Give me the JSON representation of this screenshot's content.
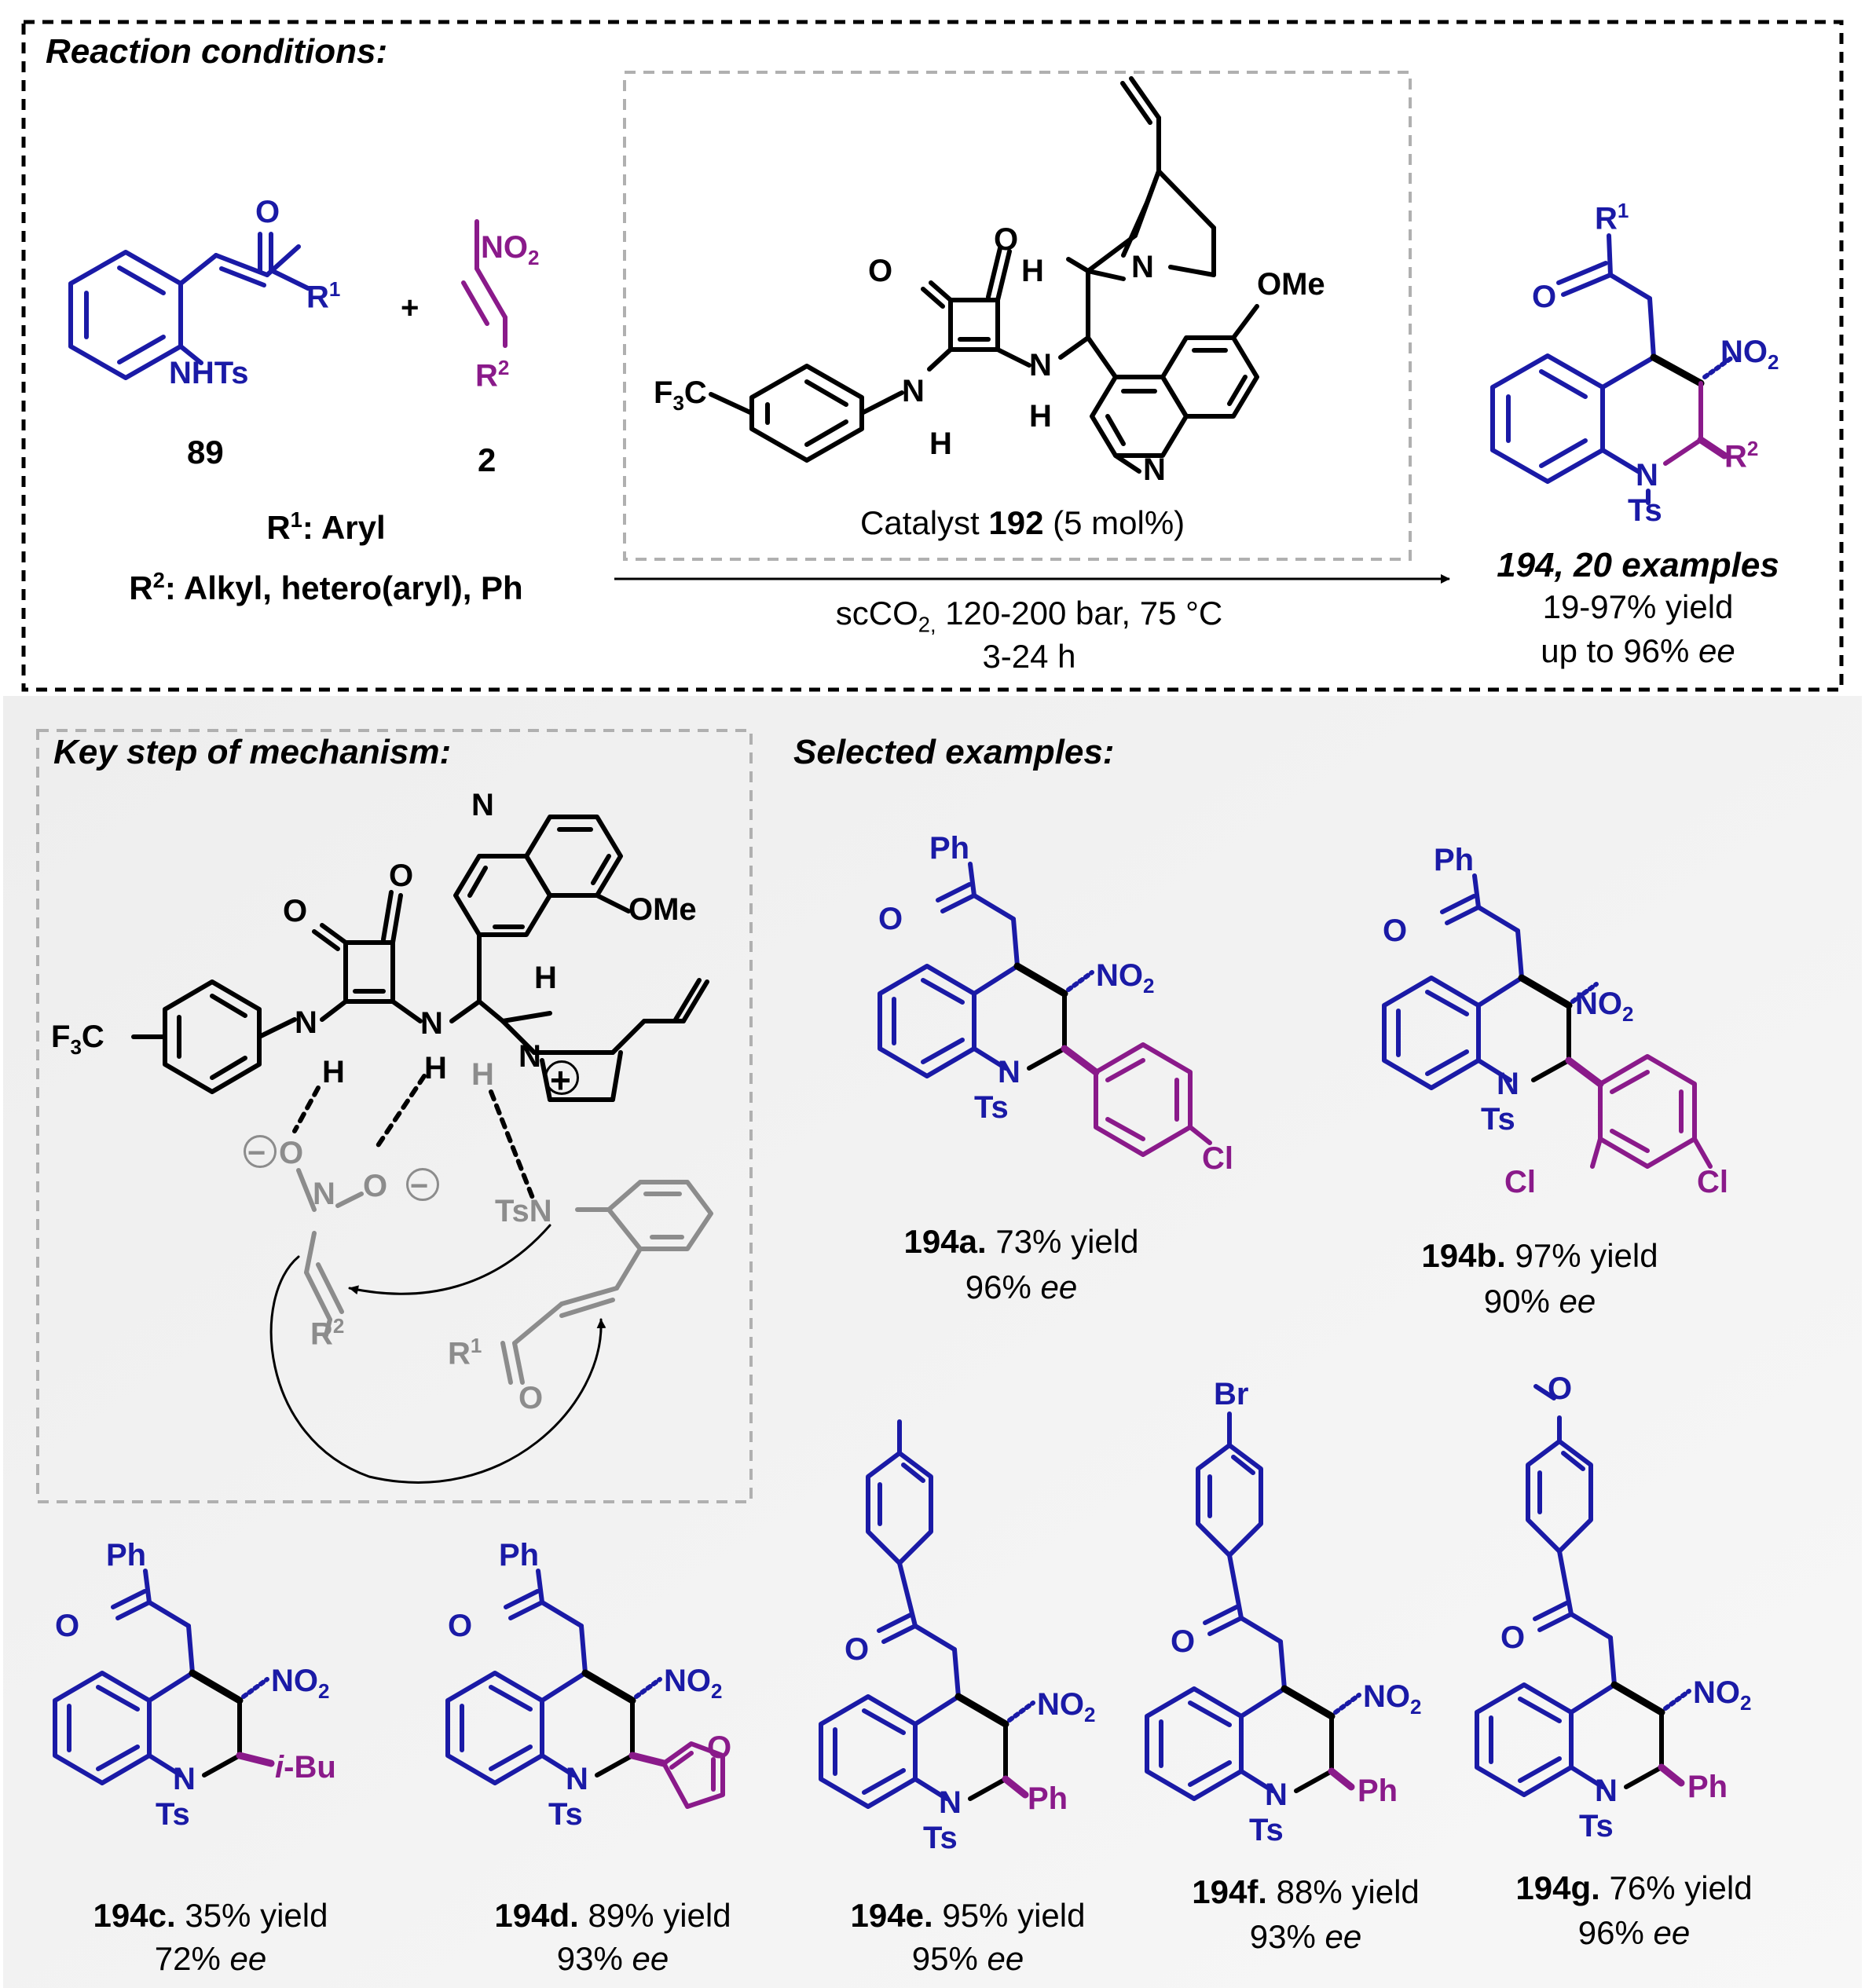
{
  "header_conditions": "Reaction conditions:",
  "header_mechanism": "Key step of mechanism:",
  "header_examples": "Selected examples:",
  "compound_89": "89",
  "compound_2": "2",
  "plus": "+",
  "r1_def_label": "R",
  "r1_def_sup": "1",
  "r1_def_text": ": Aryl",
  "r2_def_label": "R",
  "r2_def_sup": "2",
  "r2_def_text": ": Alkyl, hetero(aryl), Ph",
  "catalyst_text": "Catalyst ",
  "catalyst_number": "192",
  "catalyst_loading": " (5 mol%)",
  "conditions_line1_a": "scCO",
  "conditions_line1_sub": "2,",
  "conditions_line1_b": " 120-200 bar, 75 °C",
  "conditions_line2": "3-24 h",
  "product_label": "194, 20 examples",
  "product_yield": "19-97% yield",
  "product_ee_a": "up to 96% ",
  "product_ee_b": "ee",
  "ee_word": "ee",
  "examples": [
    {
      "id": "194a.",
      "yield": " 73% yield",
      "ee": "96% "
    },
    {
      "id": "194b.",
      "yield": " 97% yield",
      "ee": "90% "
    },
    {
      "id": "194c.",
      "yield": " 35% yield",
      "ee": "72% "
    },
    {
      "id": "194d.",
      "yield": " 89% yield",
      "ee": "93% "
    },
    {
      "id": "194e.",
      "yield": " 95% yield",
      "ee": "95% "
    },
    {
      "id": "194f.",
      "yield": " 88% yield",
      "ee": "93% "
    },
    {
      "id": "194g.",
      "yield": " 76% yield",
      "ee": "96% "
    }
  ],
  "atoms": {
    "NHTs": "NHTs",
    "O": "O",
    "R": "R",
    "one": "1",
    "two": "2",
    "NO": "NO",
    "N": "N",
    "H": "H",
    "OMe": "OMe",
    "F": "F",
    "three": "3",
    "C": "C",
    "Ts": "Ts",
    "Ph": "Ph",
    "Cl": "Cl",
    "Br": "Br",
    "iBu_i": "i",
    "iBu_rest": "-Bu",
    "TsN": "TsN",
    "plus_charge": "+",
    "minus_charge": "−"
  },
  "colors": {
    "blue": "#1a1aa6",
    "purple": "#8a1a8a",
    "gray": "#8c8c8c",
    "panel": "#f2f2f2"
  }
}
